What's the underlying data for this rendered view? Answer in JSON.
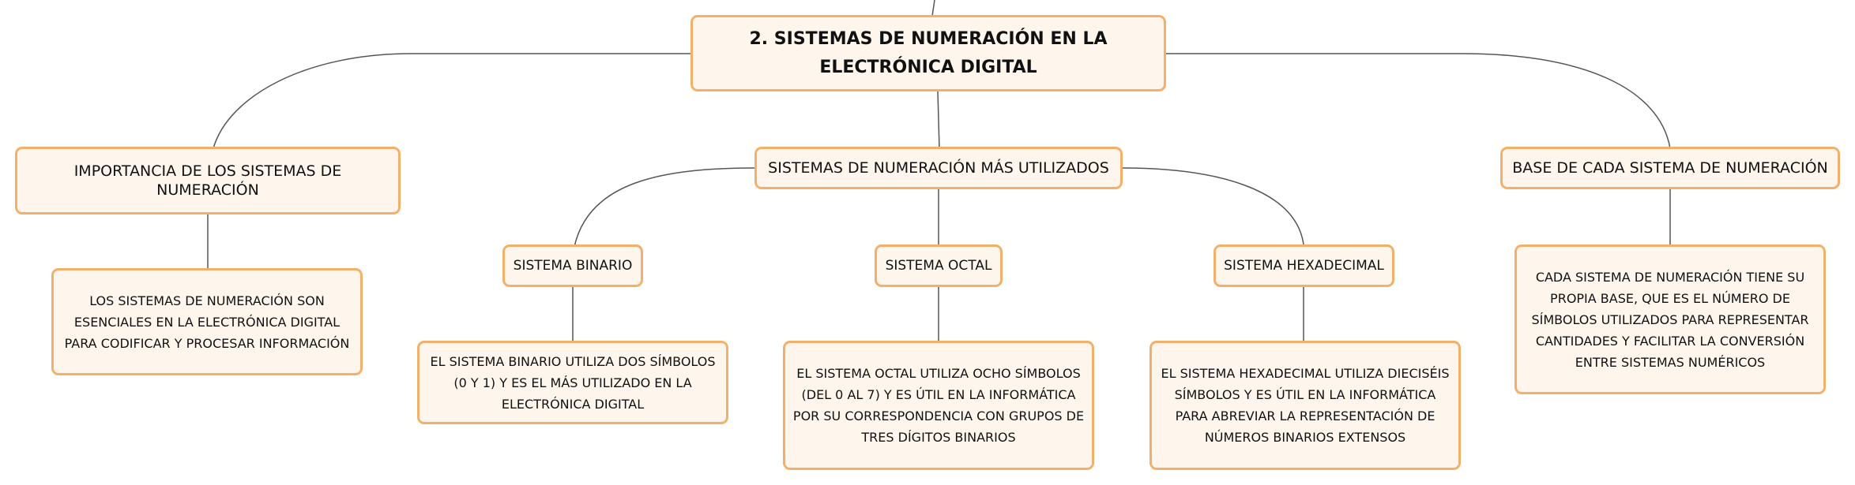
{
  "root": {
    "title": "2. SISTEMAS DE NUMERACIÓN EN LA ELECTRÓNICA DIGITAL"
  },
  "topics": {
    "importancia": "IMPORTANCIA DE LOS SISTEMAS DE NUMERACIÓN",
    "utilizados": "SISTEMAS DE NUMERACIÓN MÁS UTILIZADOS",
    "base": "BASE DE CADA SISTEMA DE NUMERACIÓN"
  },
  "subtopics": {
    "binario": "SISTEMA BINARIO",
    "octal": "SISTEMA OCTAL",
    "hexadecimal": "SISTEMA HEXADECIMAL"
  },
  "descriptions": {
    "importancia": "LOS SISTEMAS DE NUMERACIÓN SON ESENCIALES EN LA ELECTRÓNICA DIGITAL PARA CODIFICAR Y PROCESAR INFORMACIÓN",
    "binario": "EL SISTEMA BINARIO UTILIZA DOS SÍMBOLOS (0 Y 1) Y ES EL MÁS UTILIZADO EN LA ELECTRÓNICA DIGITAL",
    "octal": "EL SISTEMA OCTAL UTILIZA OCHO SÍMBOLOS (DEL 0 AL 7) Y ES ÚTIL EN LA INFORMÁTICA POR SU CORRESPONDENCIA CON GRUPOS DE TRES DÍGITOS BINARIOS",
    "hexadecimal": "EL SISTEMA HEXADECIMAL UTILIZA DIECISÉIS SÍMBOLOS Y ES ÚTIL EN LA INFORMÁTICA PARA ABREVIAR LA REPRESENTACIÓN DE NÚMEROS BINARIOS EXTENSOS",
    "base": "CADA SISTEMA DE NUMERACIÓN TIENE SU PROPIA BASE, QUE ES EL NÚMERO DE SÍMBOLOS UTILIZADOS PARA REPRESENTAR CANTIDADES Y FACILITAR LA CONVERSIÓN ENTRE SISTEMAS NUMÉRICOS"
  },
  "colors": {
    "border": "#f3b06a",
    "fill": "#fef5ec",
    "line": "#555555"
  }
}
